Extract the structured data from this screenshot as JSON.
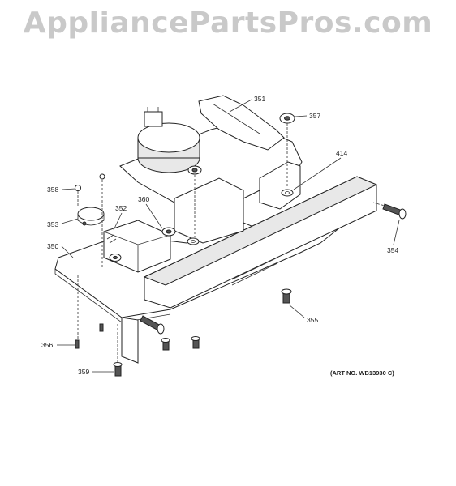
{
  "watermark": "AppliancePartsPros.com",
  "art_number": "(ART NO. WB13930 C)",
  "callouts": {
    "p351": "351",
    "p357": "357",
    "p414": "414",
    "p358": "358",
    "p352": "352",
    "p360": "360",
    "p353": "353",
    "p350": "350",
    "p354": "354",
    "p355": "355",
    "p356": "356",
    "p359": "359"
  }
}
